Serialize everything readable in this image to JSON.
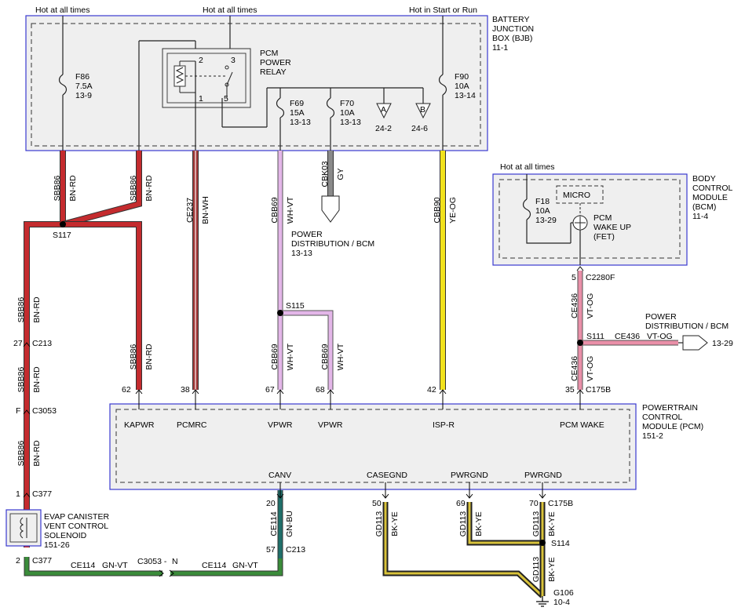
{
  "supply": {
    "hot_always_1": "Hot at all times",
    "hot_always_2": "Hot at all times",
    "hot_start_run": "Hot in Start or Run",
    "hot_always_bcm": "Hot at all times"
  },
  "bjb": {
    "name_line1": "BATTERY",
    "name_line2": "JUNCTION",
    "name_line3": "BOX (BJB)",
    "ref": "11-1",
    "relay_name_line1": "PCM",
    "relay_name_line2": "POWER",
    "relay_name_line3": "RELAY",
    "relay_pins": [
      "2",
      "3",
      "1",
      "5"
    ],
    "fuses": [
      {
        "id": "F86",
        "rating": "7.5A",
        "ref": "13-9"
      },
      {
        "id": "F69",
        "rating": "15A",
        "ref": "13-13"
      },
      {
        "id": "F70",
        "rating": "10A",
        "ref": "13-13"
      },
      {
        "id": "F90",
        "rating": "10A",
        "ref": "13-14"
      }
    ],
    "connectors": [
      {
        "letter": "A",
        "ref": "24-2"
      },
      {
        "letter": "B",
        "ref": "24-6"
      }
    ]
  },
  "bcm": {
    "name_line1": "BODY",
    "name_line2": "CONTROL",
    "name_line3": "MODULE",
    "name_line4": "(BCM)",
    "ref": "11-4",
    "fuse_id": "F18",
    "fuse_rating": "10A",
    "fuse_ref": "13-29",
    "micro": "MICRO",
    "fet_line1": "PCM",
    "fet_line2": "WAKE UP",
    "fet_line3": "(FET)"
  },
  "pcm": {
    "name_line1": "POWERTRAIN",
    "name_line2": "CONTROL",
    "name_line3": "MODULE (PCM)",
    "ref": "151-2",
    "pins": [
      {
        "pin": "62",
        "label": "KAPWR"
      },
      {
        "pin": "38",
        "label": "PCMRC"
      },
      {
        "pin": "67",
        "label": "VPWR"
      },
      {
        "pin": "68",
        "label": "VPWR"
      },
      {
        "pin": "42",
        "label": "ISP-R"
      },
      {
        "pin": "35",
        "label": "PCM WAKE"
      }
    ],
    "bottom_pins": [
      {
        "pin": "20",
        "label": "CANV"
      },
      {
        "pin": "50",
        "label": "CASEGND"
      },
      {
        "pin": "69",
        "label": "PWRGND"
      },
      {
        "pin": "70",
        "label": "PWRGND"
      }
    ]
  },
  "solenoid": {
    "line1": "EVAP CANISTER",
    "line2": "VENT CONTROL",
    "line3": "SOLENOID",
    "ref": "151-26"
  },
  "wires": {
    "sbb86": "SBB86",
    "bn_rd": "BN-RD",
    "ce237": "CE237",
    "bn_wh": "BN-WH",
    "cbb69": "CBB69",
    "wh_vt": "WH-VT",
    "cbk03": "CBK03",
    "gy": "GY",
    "cbb90": "CBB90",
    "ye_og": "YE-OG",
    "ce436": "CE436",
    "vt_og": "VT-OG",
    "ce114": "CE114",
    "gn_bu": "GN-BU",
    "gn_vt": "GN-VT",
    "gd113": "GD113",
    "bk_ye": "BK-YE"
  },
  "splices": {
    "s117": "S117",
    "s115": "S115",
    "s111": "S111",
    "s114": "S114"
  },
  "connectors": {
    "c213_27": "27",
    "c213": "C213",
    "c3053_f": "F",
    "c3053": "C3053",
    "c377_1": "1",
    "c377": "C377",
    "c377_2": "2",
    "c2280f_5": "5",
    "c2280f": "C2280F",
    "c175b_35": "35",
    "c175b": "C175B",
    "c213_57": "57",
    "c3053_inline": "C3053 -",
    "c3053_n": "N",
    "c175b_70": "70"
  },
  "refs": {
    "power_dist_line1": "POWER",
    "power_dist_line2": "DISTRIBUTION / BCM",
    "power_dist_ref": "13-13",
    "power_dist_right_line1": "POWER",
    "power_dist_right_line2": "DISTRIBUTION / BCM",
    "power_dist_right_ref": "13-29",
    "ground": "G106",
    "ground_ref": "10-4"
  },
  "colors": {
    "bn_rd": "#c42b2e",
    "bn_wh": "#a33a3a",
    "wh_vt": "#e3b6e8",
    "gy": "#8a8a8a",
    "ye_og": "#f2e21c",
    "vt_og": "#e98fa8",
    "gn_bu": "#1f6f6a",
    "gn_vt": "#3a8c3a",
    "bk_ye": "#d8c23a",
    "module_border": "#3a3ad0",
    "module_fill": "#efefef"
  }
}
